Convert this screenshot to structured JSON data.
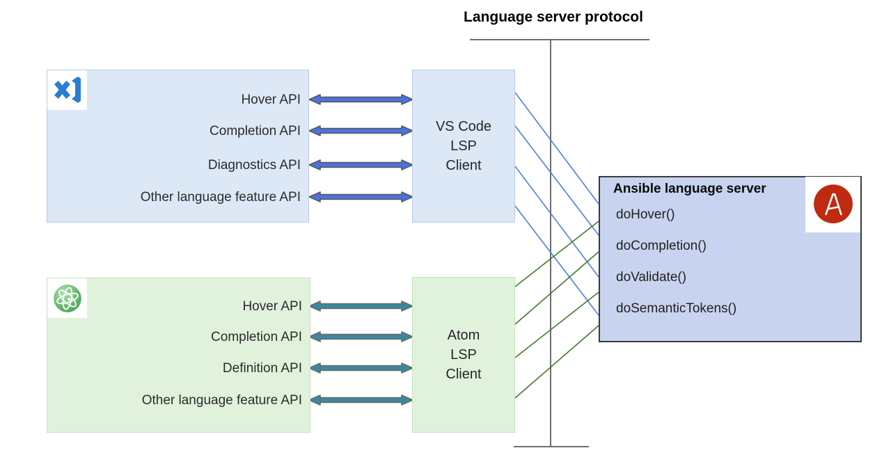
{
  "diagram_title": "Language server protocol",
  "vscode_host": {
    "icon": "vscode-logo-icon",
    "apis": [
      "Hover API",
      "Completion API",
      "Diagnostics API",
      "Other language feature API"
    ]
  },
  "vscode_client": {
    "label_lines": [
      "VS Code",
      "LSP",
      "Client"
    ]
  },
  "atom_host": {
    "icon": "atom-logo-icon",
    "apis": [
      "Hover API",
      "Completion API",
      "Definition API",
      "Other language feature API"
    ]
  },
  "atom_client": {
    "label_lines": [
      "Atom",
      "LSP",
      "Client"
    ]
  },
  "ansible_server": {
    "title": "Ansible language server",
    "icon": "ansible-logo-icon",
    "methods": [
      "doHover()",
      "doCompletion()",
      "doValidate()",
      "doSemanticTokens()"
    ]
  },
  "colors": {
    "vscode_box_fill": "#dce8f6",
    "vscode_box_border": "#b7cbe8",
    "atom_box_fill": "#e1f2dc",
    "atom_box_border": "#c4e2ba",
    "ansible_box_fill": "#c8d4ef",
    "ansible_box_border": "#3a3a3a",
    "blue_arrow": "#4a72e2",
    "teal_arrow": "#38899e",
    "blue_connector": "#4a7de8",
    "green_connector": "#3d7a2a",
    "protocol_line": "#6e6e6e",
    "vscode_logo_blue": "#2b7cd3",
    "ansible_logo_red": "#bf2a10"
  }
}
